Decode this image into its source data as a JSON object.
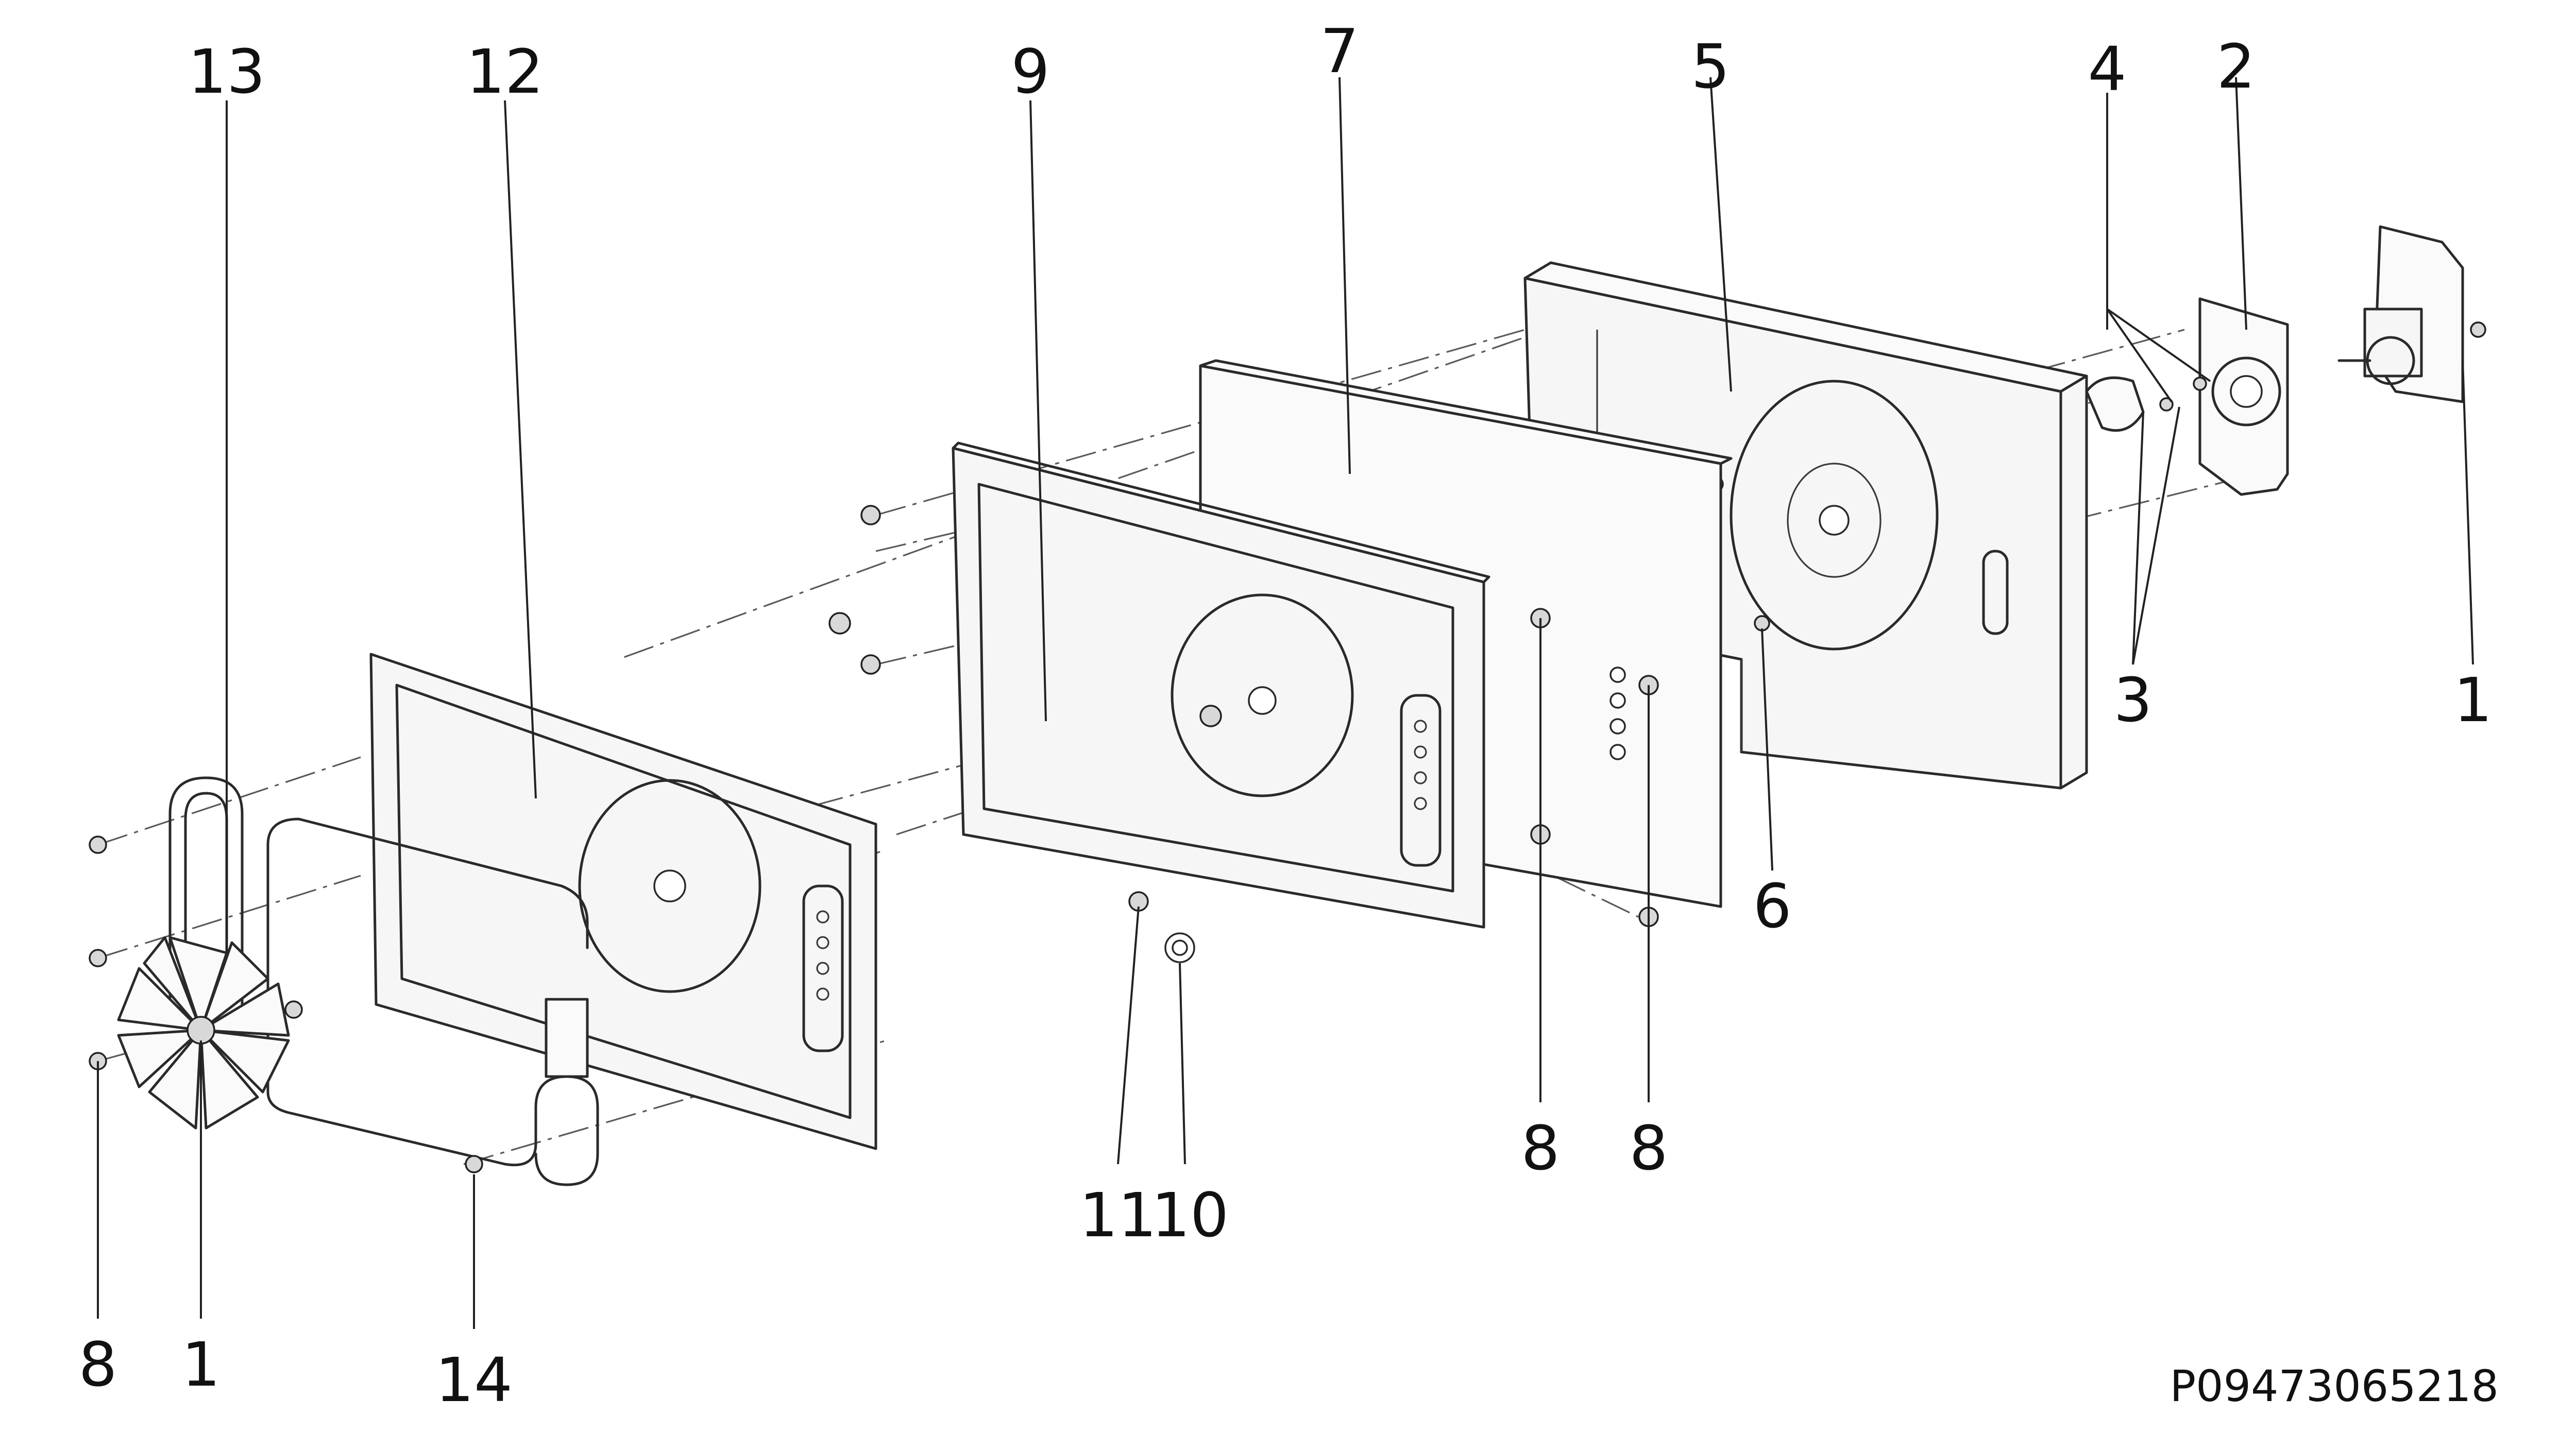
{
  "diagram": {
    "callouts": [
      {
        "id": "c13",
        "text": "13"
      },
      {
        "id": "c12",
        "text": "12"
      },
      {
        "id": "c9",
        "text": "9"
      },
      {
        "id": "c7",
        "text": "7"
      },
      {
        "id": "c5",
        "text": "5"
      },
      {
        "id": "c4",
        "text": "4"
      },
      {
        "id": "c2",
        "text": "2"
      },
      {
        "id": "c3",
        "text": "3"
      },
      {
        "id": "c1_motor",
        "text": "1"
      },
      {
        "id": "c6",
        "text": "6"
      },
      {
        "id": "c8_a",
        "text": "8"
      },
      {
        "id": "c8_b",
        "text": "8"
      },
      {
        "id": "c11",
        "text": "11"
      },
      {
        "id": "c10",
        "text": "10"
      },
      {
        "id": "c8_fan",
        "text": "8"
      },
      {
        "id": "c1_fan",
        "text": "1"
      },
      {
        "id": "c14",
        "text": "14"
      }
    ],
    "drawing_code": "P09473065218"
  }
}
